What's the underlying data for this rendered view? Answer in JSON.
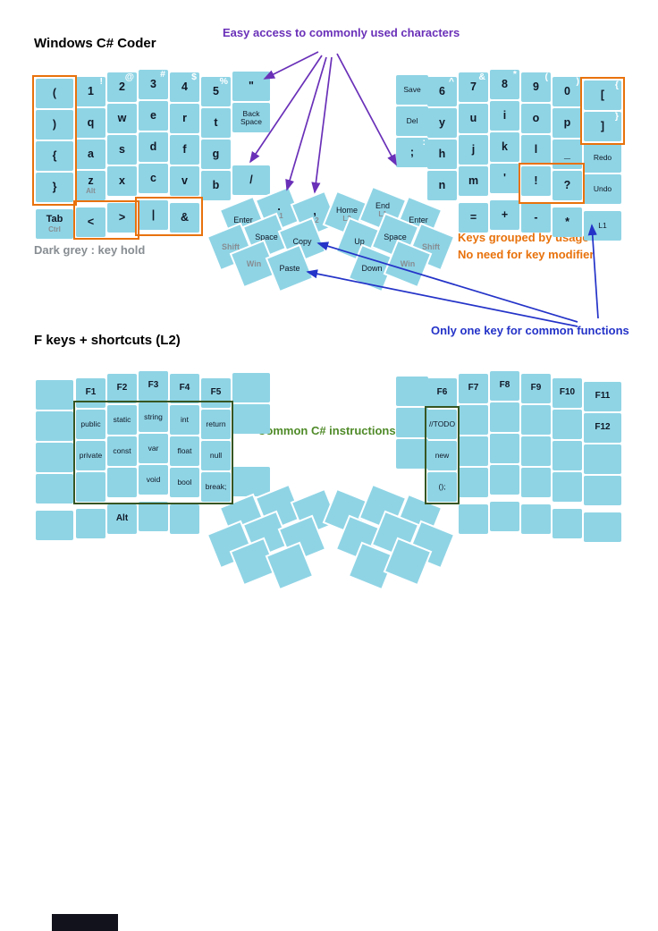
{
  "page": {
    "title": "Windows C# Coder",
    "layer2_title": "F keys + shortcuts (L2)"
  },
  "annotations": {
    "easy_access": "Easy access to commonly used characters",
    "key_hold": "Dark grey : key hold",
    "grouped_line1": "Keys grouped by usage",
    "grouped_line2": "No need for key modifier",
    "one_key": "Only one key for common functions",
    "csharp_instructions": "Common C# instructions"
  },
  "colors": {
    "key_fill": "#8FD4E5",
    "key_text": "#101826",
    "hold_grey": "#878D92",
    "shift_symbol_white": "#FFFFFF",
    "highlight_orange": "#E8720C",
    "annotation_purple": "#6A30B8",
    "annotation_blue": "#2433C8",
    "annotation_green": "#4F8A28",
    "box_green": "#375623",
    "footer_bar": "#12121C"
  },
  "main_layer": {
    "left": [
      {
        "r": 0,
        "c": 0,
        "label": "("
      },
      {
        "r": 0,
        "c": 1,
        "label": "1",
        "sup": "!"
      },
      {
        "r": 0,
        "c": 2,
        "label": "2",
        "sup": "@"
      },
      {
        "r": 0,
        "c": 3,
        "label": "3",
        "sup": "#"
      },
      {
        "r": 0,
        "c": 4,
        "label": "4",
        "sup": "$"
      },
      {
        "r": 0,
        "c": 5,
        "label": "5",
        "sup": "%"
      },
      {
        "r": 0,
        "c": 6,
        "label": "\""
      },
      {
        "r": 1,
        "c": 0,
        "label": ")"
      },
      {
        "r": 1,
        "c": 1,
        "label": "q"
      },
      {
        "r": 1,
        "c": 2,
        "label": "w"
      },
      {
        "r": 1,
        "c": 3,
        "label": "e"
      },
      {
        "r": 1,
        "c": 4,
        "label": "r"
      },
      {
        "r": 1,
        "c": 5,
        "label": "t"
      },
      {
        "r": 1,
        "c": 6,
        "label": "Back Space",
        "small": true
      },
      {
        "r": 2,
        "c": 0,
        "label": "{"
      },
      {
        "r": 2,
        "c": 1,
        "label": "a"
      },
      {
        "r": 2,
        "c": 2,
        "label": "s"
      },
      {
        "r": 2,
        "c": 3,
        "label": "d"
      },
      {
        "r": 2,
        "c": 4,
        "label": "f"
      },
      {
        "r": 2,
        "c": 5,
        "label": "g"
      },
      {
        "r": 3,
        "c": 0,
        "label": "}"
      },
      {
        "r": 3,
        "c": 1,
        "label": "z",
        "sub": "Alt"
      },
      {
        "r": 3,
        "c": 2,
        "label": "x"
      },
      {
        "r": 3,
        "c": 3,
        "label": "c"
      },
      {
        "r": 3,
        "c": 4,
        "label": "v"
      },
      {
        "r": 3,
        "c": 5,
        "label": "b"
      },
      {
        "r": 3,
        "c": 6,
        "label": "/"
      },
      {
        "r": 4,
        "c": 0,
        "label": "Tab",
        "sub": "Ctrl",
        "big": true
      },
      {
        "r": 4,
        "c": 1,
        "label": "<"
      },
      {
        "r": 4,
        "c": 2,
        "label": ">"
      },
      {
        "r": 4,
        "c": 3,
        "label": "|"
      },
      {
        "r": 4,
        "c": 4,
        "label": "&"
      }
    ],
    "right": [
      {
        "r": 0,
        "c": 0,
        "label": "Save",
        "small": true
      },
      {
        "r": 0,
        "c": 1,
        "label": "6",
        "sup": "^"
      },
      {
        "r": 0,
        "c": 2,
        "label": "7",
        "sup": "&"
      },
      {
        "r": 0,
        "c": 3,
        "label": "8",
        "sup": "*"
      },
      {
        "r": 0,
        "c": 4,
        "label": "9",
        "sup": "("
      },
      {
        "r": 0,
        "c": 5,
        "label": "0",
        "sup": ")"
      },
      {
        "r": 0,
        "c": 6,
        "label": "[",
        "sup": "{"
      },
      {
        "r": 1,
        "c": 0,
        "label": "Del",
        "small": true
      },
      {
        "r": 1,
        "c": 1,
        "label": "y"
      },
      {
        "r": 1,
        "c": 2,
        "label": "u"
      },
      {
        "r": 1,
        "c": 3,
        "label": "i"
      },
      {
        "r": 1,
        "c": 4,
        "label": "o"
      },
      {
        "r": 1,
        "c": 5,
        "label": "p"
      },
      {
        "r": 1,
        "c": 6,
        "label": "]",
        "sup": "}"
      },
      {
        "r": 2,
        "c": 0,
        "label": ";",
        "sup": ":"
      },
      {
        "r": 2,
        "c": 1,
        "label": "h"
      },
      {
        "r": 2,
        "c": 2,
        "label": "j"
      },
      {
        "r": 2,
        "c": 3,
        "label": "k"
      },
      {
        "r": 2,
        "c": 4,
        "label": "l"
      },
      {
        "r": 2,
        "c": 5,
        "label": "_"
      },
      {
        "r": 2,
        "c": 6,
        "label": "Redo",
        "small": true
      },
      {
        "r": 3,
        "c": 1,
        "label": "n"
      },
      {
        "r": 3,
        "c": 2,
        "label": "m"
      },
      {
        "r": 3,
        "c": 3,
        "label": "'"
      },
      {
        "r": 3,
        "c": 4,
        "label": "!"
      },
      {
        "r": 3,
        "c": 5,
        "label": "?"
      },
      {
        "r": 3,
        "c": 6,
        "label": "Undo",
        "small": true
      },
      {
        "r": 4,
        "c": 2,
        "label": "="
      },
      {
        "r": 4,
        "c": 3,
        "label": "+"
      },
      {
        "r": 4,
        "c": 4,
        "label": "-"
      },
      {
        "r": 4,
        "c": 5,
        "label": "*"
      },
      {
        "r": 4,
        "c": 6,
        "label": "L1",
        "small": true
      }
    ],
    "left_thumb": [
      {
        "r": 0,
        "c": 0,
        "label": "Enter"
      },
      {
        "r": 0,
        "c": 1,
        "label": ".",
        "sub": "L1"
      },
      {
        "r": 0,
        "c": 2,
        "label": ",",
        "sub": "L2"
      },
      {
        "r": 1,
        "c": 0,
        "label": "Shift",
        "grey": true
      },
      {
        "r": 1,
        "c": 1,
        "label": "Space"
      },
      {
        "r": 1,
        "c": 2,
        "label": "Copy"
      },
      {
        "r": 2,
        "c": 1,
        "label": "Win",
        "grey": true
      },
      {
        "r": 2,
        "c": 2,
        "label": "Paste"
      }
    ],
    "right_thumb": [
      {
        "r": 0,
        "c": 0,
        "label": "Home",
        "sub": "L2"
      },
      {
        "r": 0,
        "c": 1,
        "label": "End",
        "sub": "L1"
      },
      {
        "r": 0,
        "c": 2,
        "label": "Enter"
      },
      {
        "r": 1,
        "c": 0,
        "label": "Up"
      },
      {
        "r": 1,
        "c": 1,
        "label": "Space"
      },
      {
        "r": 1,
        "c": 2,
        "label": "Shift",
        "grey": true
      },
      {
        "r": 2,
        "c": 0,
        "label": "Down"
      },
      {
        "r": 2,
        "c": 1,
        "label": "Win",
        "grey": true
      }
    ]
  },
  "layer2": {
    "left": [
      {
        "r": 0,
        "c": 0
      },
      {
        "r": 0,
        "c": 1,
        "label": "F1",
        "f": true
      },
      {
        "r": 0,
        "c": 2,
        "label": "F2",
        "f": true
      },
      {
        "r": 0,
        "c": 3,
        "label": "F3",
        "f": true
      },
      {
        "r": 0,
        "c": 4,
        "label": "F4",
        "f": true
      },
      {
        "r": 0,
        "c": 5,
        "label": "F5",
        "f": true
      },
      {
        "r": 0,
        "c": 6
      },
      {
        "r": 1,
        "c": 0
      },
      {
        "r": 1,
        "c": 1,
        "label": "public",
        "word": true
      },
      {
        "r": 1,
        "c": 2,
        "label": "static",
        "word": true
      },
      {
        "r": 1,
        "c": 3,
        "label": "string",
        "word": true
      },
      {
        "r": 1,
        "c": 4,
        "label": "int",
        "word": true
      },
      {
        "r": 1,
        "c": 5,
        "label": "return",
        "word": true
      },
      {
        "r": 1,
        "c": 6
      },
      {
        "r": 2,
        "c": 0
      },
      {
        "r": 2,
        "c": 1,
        "label": "private",
        "word": true
      },
      {
        "r": 2,
        "c": 2,
        "label": "const",
        "word": true
      },
      {
        "r": 2,
        "c": 3,
        "label": "var",
        "word": true
      },
      {
        "r": 2,
        "c": 4,
        "label": "float",
        "word": true
      },
      {
        "r": 2,
        "c": 5,
        "label": "null",
        "word": true
      },
      {
        "r": 3,
        "c": 0
      },
      {
        "r": 3,
        "c": 1
      },
      {
        "r": 3,
        "c": 2
      },
      {
        "r": 3,
        "c": 3,
        "label": "void",
        "word": true
      },
      {
        "r": 3,
        "c": 4,
        "label": "bool",
        "word": true
      },
      {
        "r": 3,
        "c": 5,
        "label": "break;",
        "word": true
      },
      {
        "r": 3,
        "c": 6
      },
      {
        "r": 4,
        "c": 0
      },
      {
        "r": 4,
        "c": 1
      },
      {
        "r": 4,
        "c": 2,
        "label": "Alt",
        "f": true
      },
      {
        "r": 4,
        "c": 3
      },
      {
        "r": 4,
        "c": 4
      }
    ],
    "right": [
      {
        "r": 0,
        "c": 0
      },
      {
        "r": 0,
        "c": 1,
        "label": "F6",
        "f": true
      },
      {
        "r": 0,
        "c": 2,
        "label": "F7",
        "f": true
      },
      {
        "r": 0,
        "c": 3,
        "label": "F8",
        "f": true
      },
      {
        "r": 0,
        "c": 4,
        "label": "F9",
        "f": true
      },
      {
        "r": 0,
        "c": 5,
        "label": "F10",
        "f": true
      },
      {
        "r": 0,
        "c": 6,
        "label": "F11",
        "f": true
      },
      {
        "r": 1,
        "c": 0
      },
      {
        "r": 1,
        "c": 1,
        "label": "//TODO",
        "word": true
      },
      {
        "r": 1,
        "c": 2
      },
      {
        "r": 1,
        "c": 3
      },
      {
        "r": 1,
        "c": 4
      },
      {
        "r": 1,
        "c": 5
      },
      {
        "r": 1,
        "c": 6,
        "label": "F12",
        "f": true
      },
      {
        "r": 2,
        "c": 0
      },
      {
        "r": 2,
        "c": 1,
        "label": "new",
        "word": true
      },
      {
        "r": 2,
        "c": 2
      },
      {
        "r": 2,
        "c": 3
      },
      {
        "r": 2,
        "c": 4
      },
      {
        "r": 2,
        "c": 5
      },
      {
        "r": 2,
        "c": 6
      },
      {
        "r": 3,
        "c": 1,
        "label": "();",
        "word": true
      },
      {
        "r": 3,
        "c": 2
      },
      {
        "r": 3,
        "c": 3
      },
      {
        "r": 3,
        "c": 4
      },
      {
        "r": 3,
        "c": 5
      },
      {
        "r": 3,
        "c": 6
      },
      {
        "r": 4,
        "c": 2
      },
      {
        "r": 4,
        "c": 3
      },
      {
        "r": 4,
        "c": 4
      },
      {
        "r": 4,
        "c": 5
      },
      {
        "r": 4,
        "c": 6
      }
    ],
    "left_thumb": [
      {
        "r": 0,
        "c": 0
      },
      {
        "r": 0,
        "c": 1
      },
      {
        "r": 0,
        "c": 2
      },
      {
        "r": 1,
        "c": 0
      },
      {
        "r": 1,
        "c": 1
      },
      {
        "r": 1,
        "c": 2
      },
      {
        "r": 2,
        "c": 1
      },
      {
        "r": 2,
        "c": 2
      }
    ],
    "right_thumb": [
      {
        "r": 0,
        "c": 0
      },
      {
        "r": 0,
        "c": 1
      },
      {
        "r": 0,
        "c": 2
      },
      {
        "r": 1,
        "c": 0
      },
      {
        "r": 1,
        "c": 1
      },
      {
        "r": 1,
        "c": 2
      },
      {
        "r": 2,
        "c": 0
      },
      {
        "r": 2,
        "c": 1
      }
    ]
  }
}
